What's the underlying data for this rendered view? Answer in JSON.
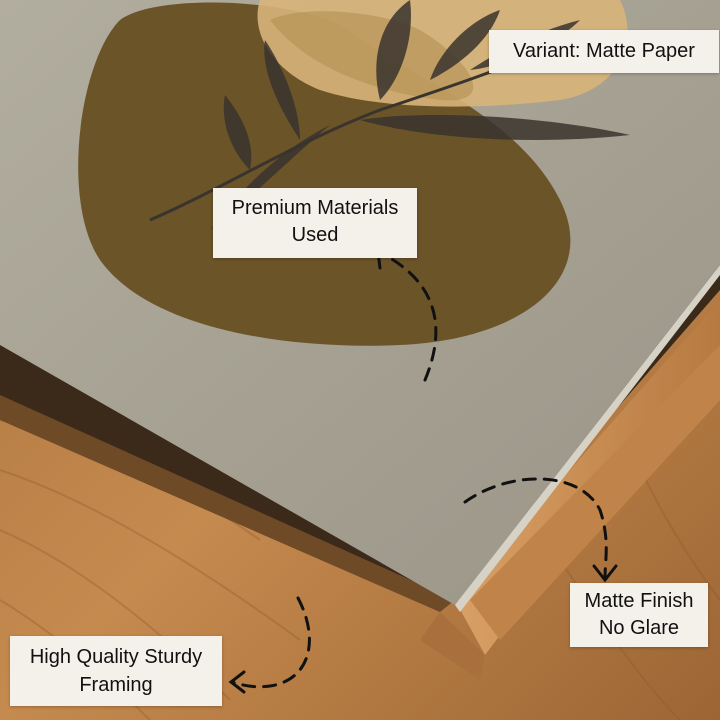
{
  "labels": {
    "variant": "Variant: Matte Paper",
    "premium": [
      "Premium Materials",
      "Used"
    ],
    "matte": [
      "Matte Finish",
      "No Glare"
    ],
    "framing": [
      "High Quality Sturdy",
      "Framing"
    ]
  },
  "colors": {
    "floor": "#b57a42",
    "frame": "#c98c4f",
    "poster": "#a9a496",
    "shape_dark": "#6b5428",
    "shape_light": "#d8b479",
    "leaf": "#3a342e",
    "label_bg": "#f4f1ea"
  }
}
